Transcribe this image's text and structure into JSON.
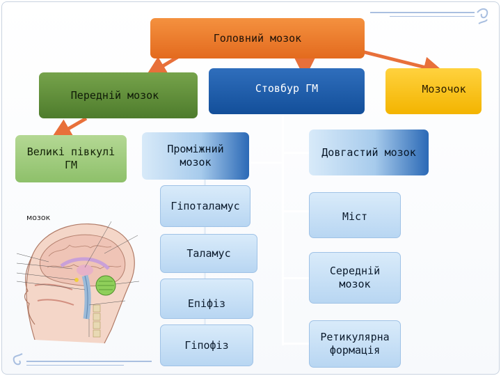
{
  "nodes": {
    "brain": "Головний мозок",
    "forebrain": "Передній мозок",
    "brainstem": "Стовбур ГМ",
    "cerebellum": "Мозочок",
    "hemispheres": "Великі півкулі ГМ",
    "diencephalon": "Проміжний мозок",
    "hypothalamus": "Гіпоталамус",
    "thalamus": "Таламус",
    "epiphysis": "Епіфіз",
    "hypophysis": "Гіпофіз",
    "medulla": "Довгастий мозок",
    "pons": "Міст",
    "midbrain": "Середній мозок",
    "reticular": "Ретикулярна формація"
  },
  "illustration": {
    "title": "мозок"
  },
  "colors": {
    "orange": "#e36a1e",
    "green": "#4e7c2c",
    "blue": "#134f9a",
    "yellow": "#f3b400",
    "light_blue": "#b8d6f2"
  }
}
